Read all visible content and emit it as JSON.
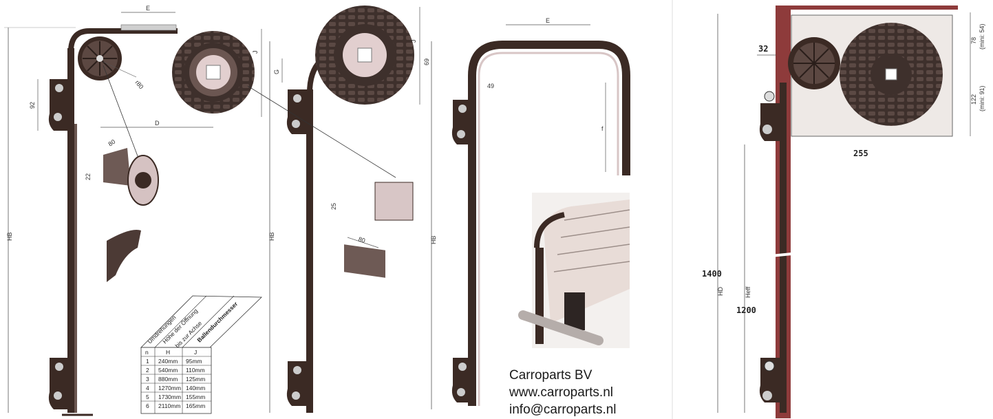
{
  "dimensions": {
    "e": "E",
    "j": "J",
    "g": "G",
    "d": "D",
    "f": "f",
    "hb": "HB",
    "hd": "HD",
    "heff": "Heff",
    "r80": "r80",
    "d92": "92",
    "d80": "80",
    "d22": "22",
    "d25": "25",
    "d69": "69",
    "d49": "49",
    "d32": "32",
    "d78": "78",
    "d78_mini": "(mini: 54)",
    "d122": "122",
    "d122_mini": "(mini: 91)",
    "d255": "255",
    "d1400": "1400",
    "d1200": "1200"
  },
  "table": {
    "headers_rotated": [
      "Umdrehungen",
      "Höhe der Öffnung",
      "bis zur Achse",
      "Ballendurchmesser"
    ],
    "columns": [
      "n",
      "H",
      "J"
    ],
    "rows": [
      [
        "1",
        "240mm",
        "95mm"
      ],
      [
        "2",
        "540mm",
        "110mm"
      ],
      [
        "3",
        "880mm",
        "125mm"
      ],
      [
        "4",
        "1270mm",
        "140mm"
      ],
      [
        "5",
        "1730mm",
        "155mm"
      ],
      [
        "6",
        "2110mm",
        "165mm"
      ]
    ]
  },
  "company": {
    "name": "Carroparts BV",
    "website": "www.carroparts.nl",
    "email": "info@carroparts.nl"
  },
  "colors": {
    "rail": "#3b2a24",
    "roll_bg": "#d9c7c7",
    "cabinet_wall": "#8e3b3b",
    "panel": "#eee9e6"
  }
}
